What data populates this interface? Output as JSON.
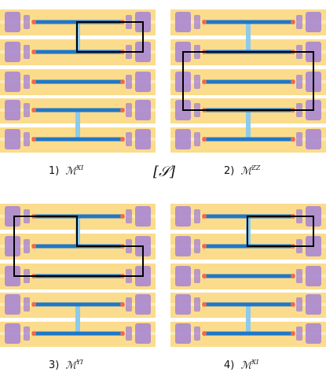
{
  "panels": [
    {
      "number": "1)",
      "symbol": "ℳ",
      "superscript": "XI"
    },
    {
      "number": "2)",
      "symbol": "ℳ",
      "superscript": "ZZ"
    },
    {
      "number": "3)",
      "symbol": "ℳ",
      "superscript": "YI"
    },
    {
      "number": "4)",
      "symbol": "ℳ",
      "superscript": "XI"
    }
  ],
  "center_label": "[𝒮]",
  "colors": {
    "substrate": "#fbdc8c",
    "gate": "#a382d6",
    "wire": "#1f77c8",
    "coupler": "#8ccbeb",
    "contact": "#f06a4a",
    "outline": "#000000"
  }
}
